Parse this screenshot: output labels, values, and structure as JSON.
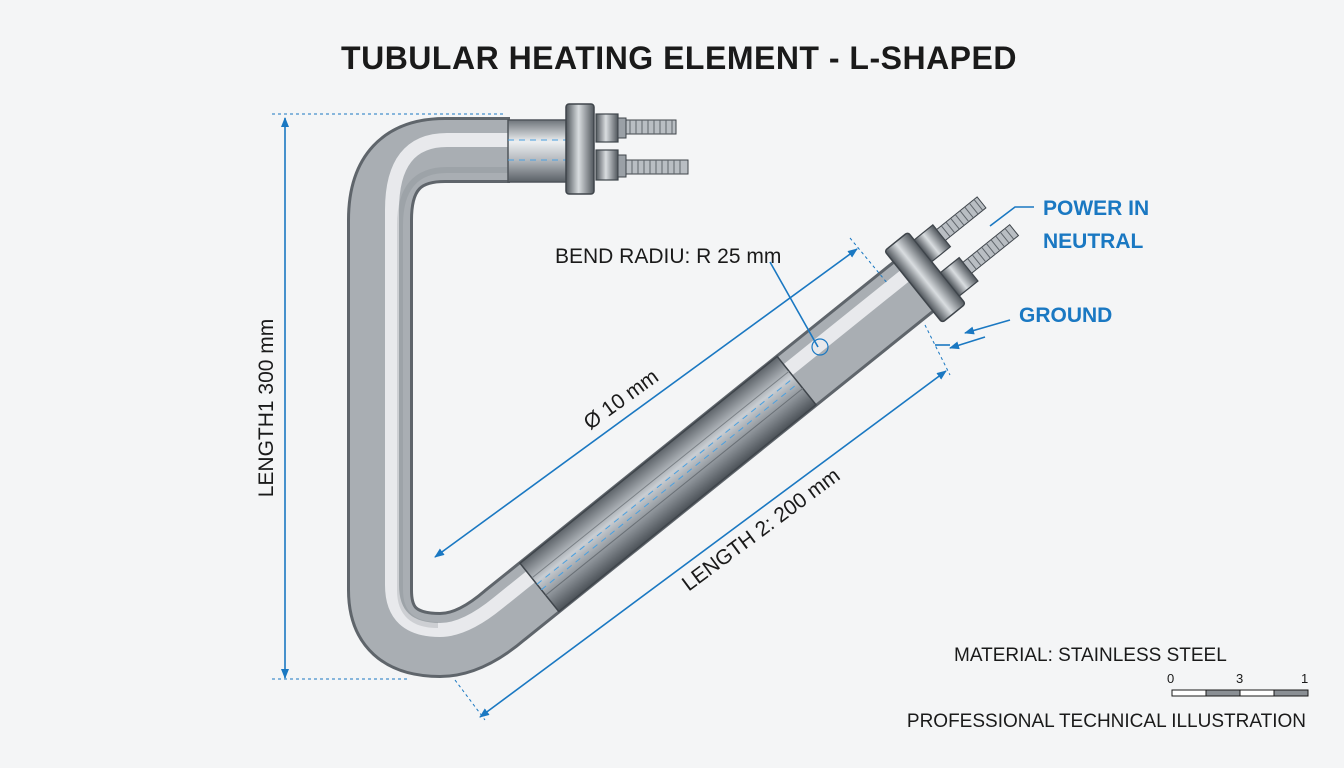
{
  "title": "TUBULAR HEATING ELEMENT - L-SHAPED",
  "dimensions": {
    "length1": "LENGTH1 300 mm",
    "length2": "LENGTH 2: 200 mm",
    "diameter": "Ø 10 mm",
    "bend_radius": "BEND RADIU: R 25 mm"
  },
  "terminals": {
    "power_in": "POWER IN",
    "neutral": "NEUTRAL",
    "ground": "GROUND"
  },
  "material": "MATERIAL: STAINLESS STEEL",
  "scale_bar": {
    "labels": [
      "0",
      "3",
      "1"
    ]
  },
  "footer": "PROFESSIONAL TECHNICAL ILLUSTRATION",
  "colors": {
    "dimension_line": "#1a78c2",
    "tube_steel": "#9aa0a6",
    "background": "#f4f5f6"
  }
}
